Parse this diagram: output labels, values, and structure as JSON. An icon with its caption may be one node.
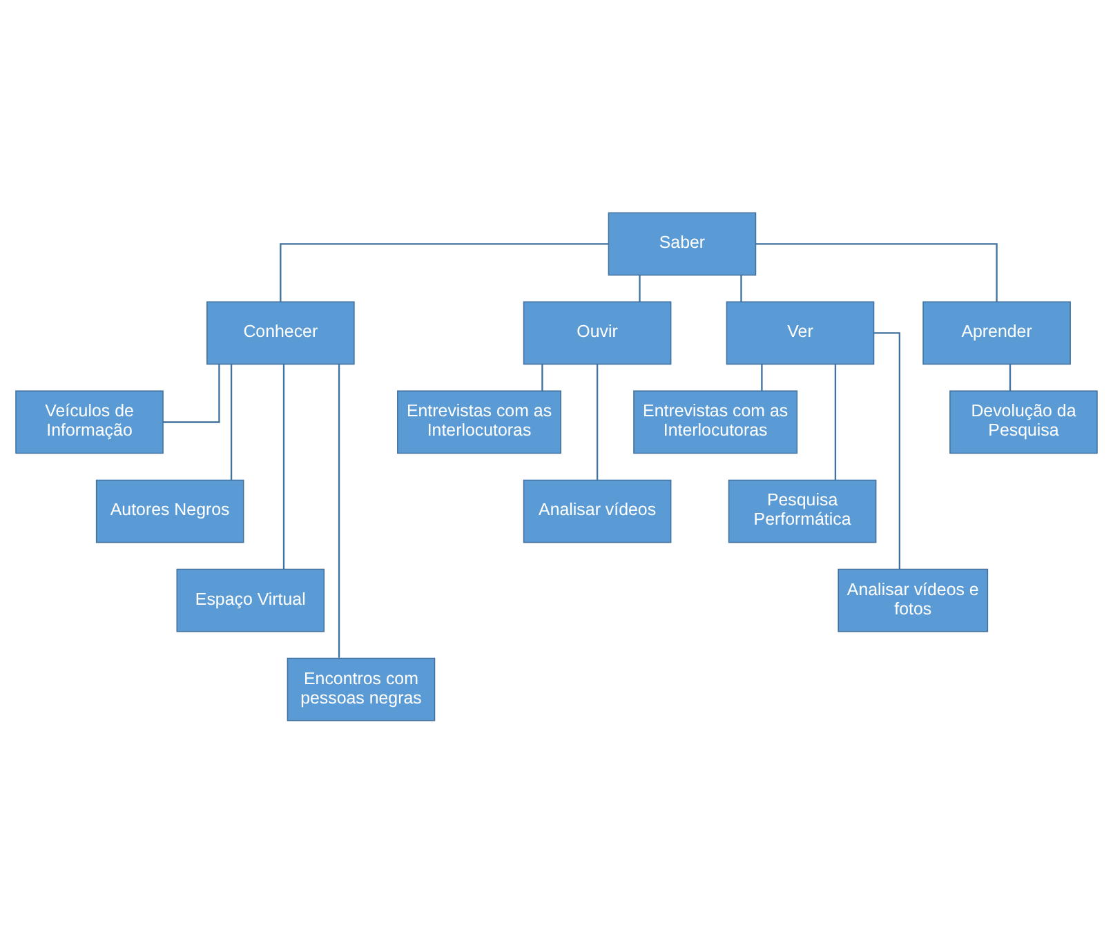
{
  "diagram": {
    "nodes": [
      {
        "text": [
          "Saber"
        ]
      },
      {
        "text": [
          "Conhecer"
        ]
      },
      {
        "text": [
          "Ouvir"
        ]
      },
      {
        "text": [
          "Ver"
        ]
      },
      {
        "text": [
          "Aprender"
        ]
      },
      {
        "text": [
          "Veículos de Informação"
        ]
      },
      {
        "text": [
          "Autores Negros"
        ]
      },
      {
        "text": [
          "Espaço Virtual"
        ]
      },
      {
        "text": [
          "Encontros com pessoas negras"
        ]
      },
      {
        "text": [
          "Entrevistas com as Interlocutoras"
        ]
      },
      {
        "text": [
          "Analisar vídeos"
        ]
      },
      {
        "text": [
          "Entrevistas com as Interlocutoras"
        ]
      },
      {
        "text": [
          "Pesquisa Performática"
        ]
      },
      {
        "text": [
          "Analisar vídeos e fotos"
        ]
      },
      {
        "text": [
          "Devolução da Pesquisa"
        ]
      }
    ],
    "edges": [
      {
        "from": 0,
        "to": 1,
        "arrow": "none"
      },
      {
        "from": 0,
        "to": 2,
        "arrow": "none"
      },
      {
        "from": 0,
        "to": 3,
        "arrow": "none"
      },
      {
        "from": 0,
        "to": 4,
        "arrow": "none"
      },
      {
        "from": 1,
        "to": 5,
        "arrow": "none"
      },
      {
        "from": 1,
        "to": 6,
        "arrow": "none"
      },
      {
        "from": 1,
        "to": 7,
        "arrow": "none"
      },
      {
        "from": 1,
        "to": 8,
        "arrow": "none"
      },
      {
        "from": 2,
        "to": 9,
        "arrow": "none"
      },
      {
        "from": 2,
        "to": 10,
        "arrow": "none"
      },
      {
        "from": 3,
        "to": 11,
        "arrow": "none"
      },
      {
        "from": 3,
        "to": 12,
        "arrow": "none"
      },
      {
        "from": 3,
        "to": 13,
        "arrow": "none"
      },
      {
        "from": 4,
        "to": 14,
        "arrow": "none"
      }
    ]
  }
}
